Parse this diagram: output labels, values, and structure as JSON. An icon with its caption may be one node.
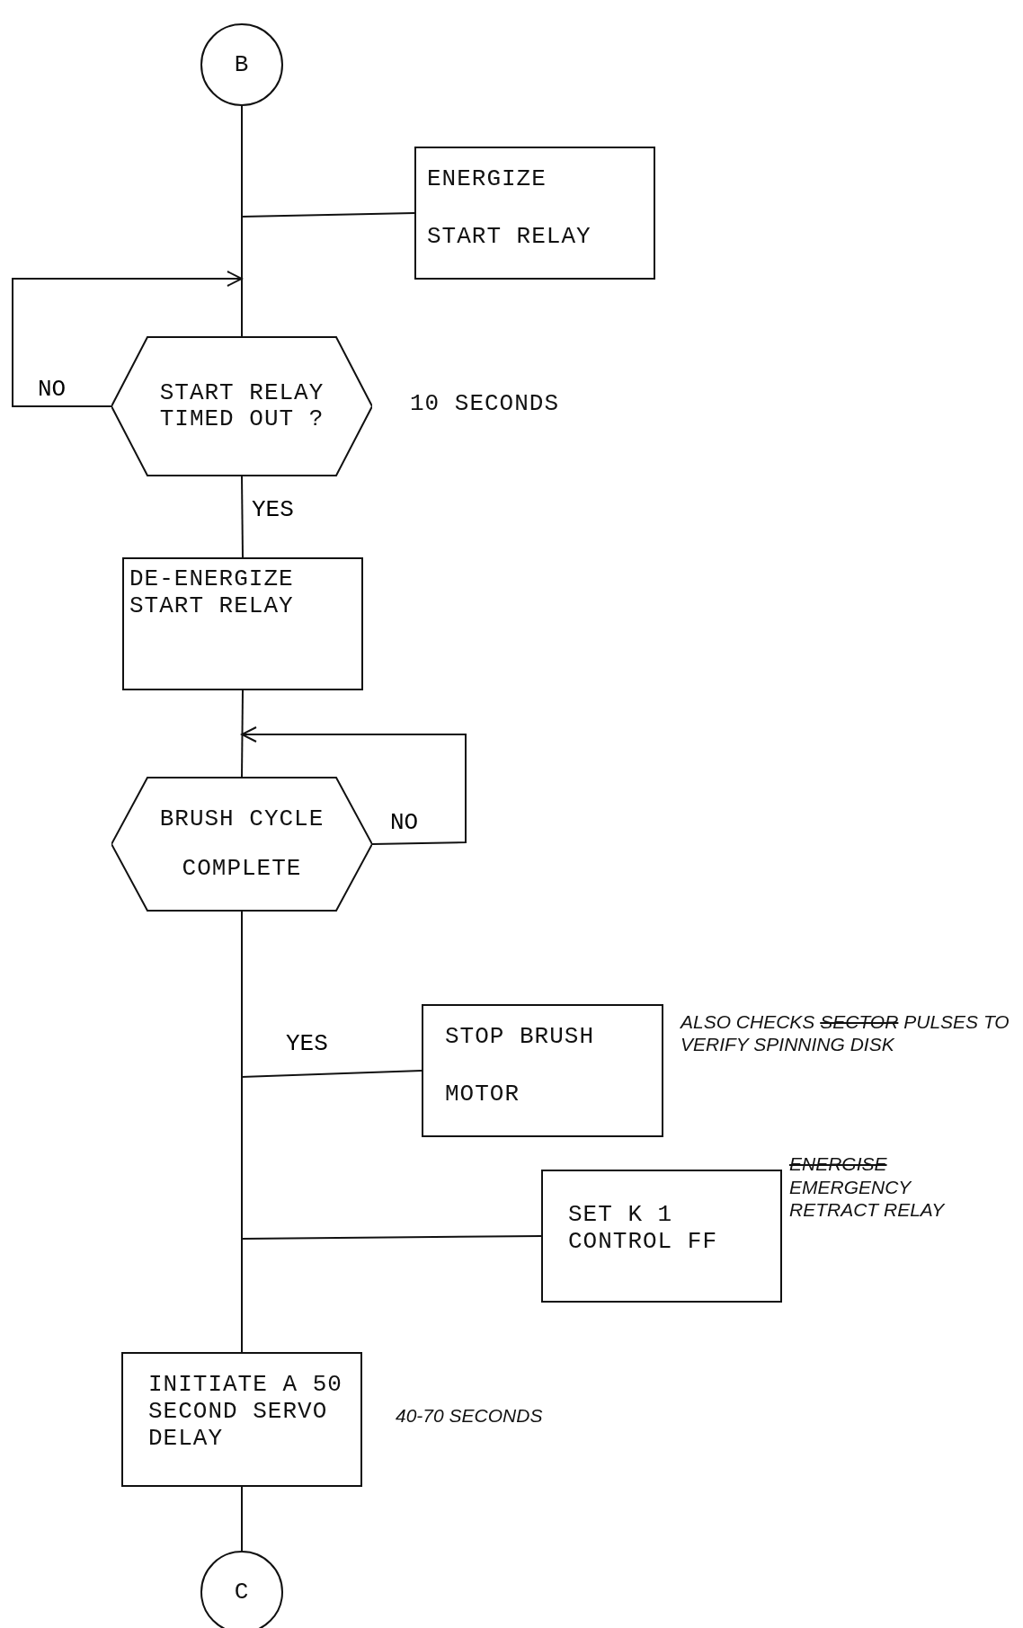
{
  "diagram": {
    "nodes": [
      {
        "text": [
          "B"
        ]
      },
      {
        "text": [
          "ENERGIZE",
          "START RELAY"
        ]
      },
      {
        "text": [
          "START RELAY TIMED OUT ?"
        ],
        "beside": [
          "10 SECONDS"
        ]
      },
      {
        "text": [
          "DE-ENERGIZE START RELAY"
        ]
      },
      {
        "text": [
          "BRUSH CYCLE",
          "COMPLETE"
        ]
      },
      {
        "text": [
          "STOP BRUSH",
          "MOTOR"
        ],
        "beside": [
          "ALSO CHECKS",
          "SECTOR",
          "PULSES TO VERIFY SPINNING DISK"
        ]
      },
      {
        "text": [
          "SET K 1 CONTROL FF"
        ],
        "beside": [
          "ENERGISE",
          "EMERGENCY RETRACT RELAY"
        ]
      },
      {
        "text": [
          "INITIATE A 50 SECOND SERVO DELAY"
        ],
        "beside": [
          "40-70 SECONDS"
        ]
      },
      {
        "text": [
          "C"
        ]
      }
    ],
    "edges": [
      {
        "from": 0,
        "to": 1,
        "arrow": "none"
      },
      {
        "from": 0,
        "to": 2,
        "arrow": "none"
      },
      {
        "from": 2,
        "to": 2,
        "arrow": "to",
        "label": "NO"
      },
      {
        "from": 2,
        "to": 3,
        "arrow": "none",
        "label": "YES"
      },
      {
        "from": 3,
        "to": 4,
        "arrow": "none"
      },
      {
        "from": 4,
        "to": 4,
        "arrow": "to",
        "label": "NO"
      },
      {
        "from": 4,
        "to": 5,
        "arrow": "none",
        "label": "YES"
      },
      {
        "from": 4,
        "to": 6,
        "arrow": "none"
      },
      {
        "from": 4,
        "to": 7,
        "arrow": "none"
      },
      {
        "from": 7,
        "to": 8,
        "arrow": "none"
      }
    ]
  }
}
